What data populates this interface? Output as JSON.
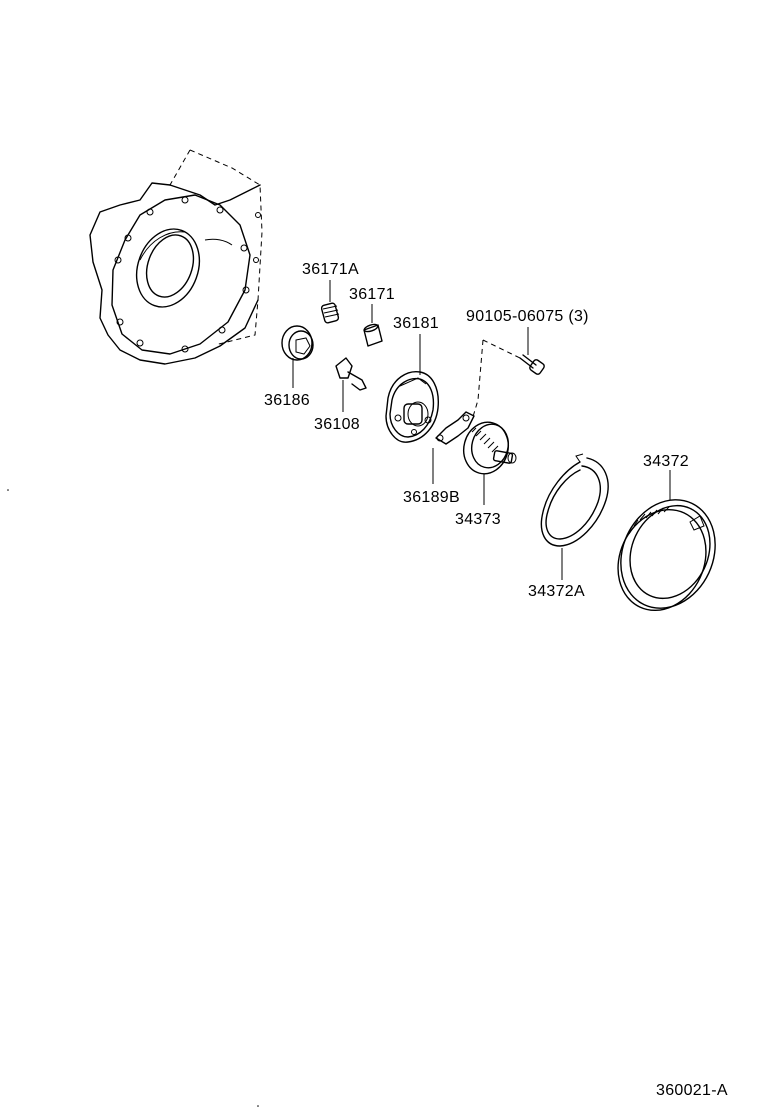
{
  "diagram": {
    "labels": {
      "p36171A": "36171A",
      "p36171": "36171",
      "p36181": "36181",
      "p90105": "90105-06075 (3)",
      "p36186": "36186",
      "p36108": "36108",
      "p36189B": "36189B",
      "p34373": "34373",
      "p34372": "34372",
      "p34372A": "34372A"
    },
    "figure_code": "360021-A"
  }
}
